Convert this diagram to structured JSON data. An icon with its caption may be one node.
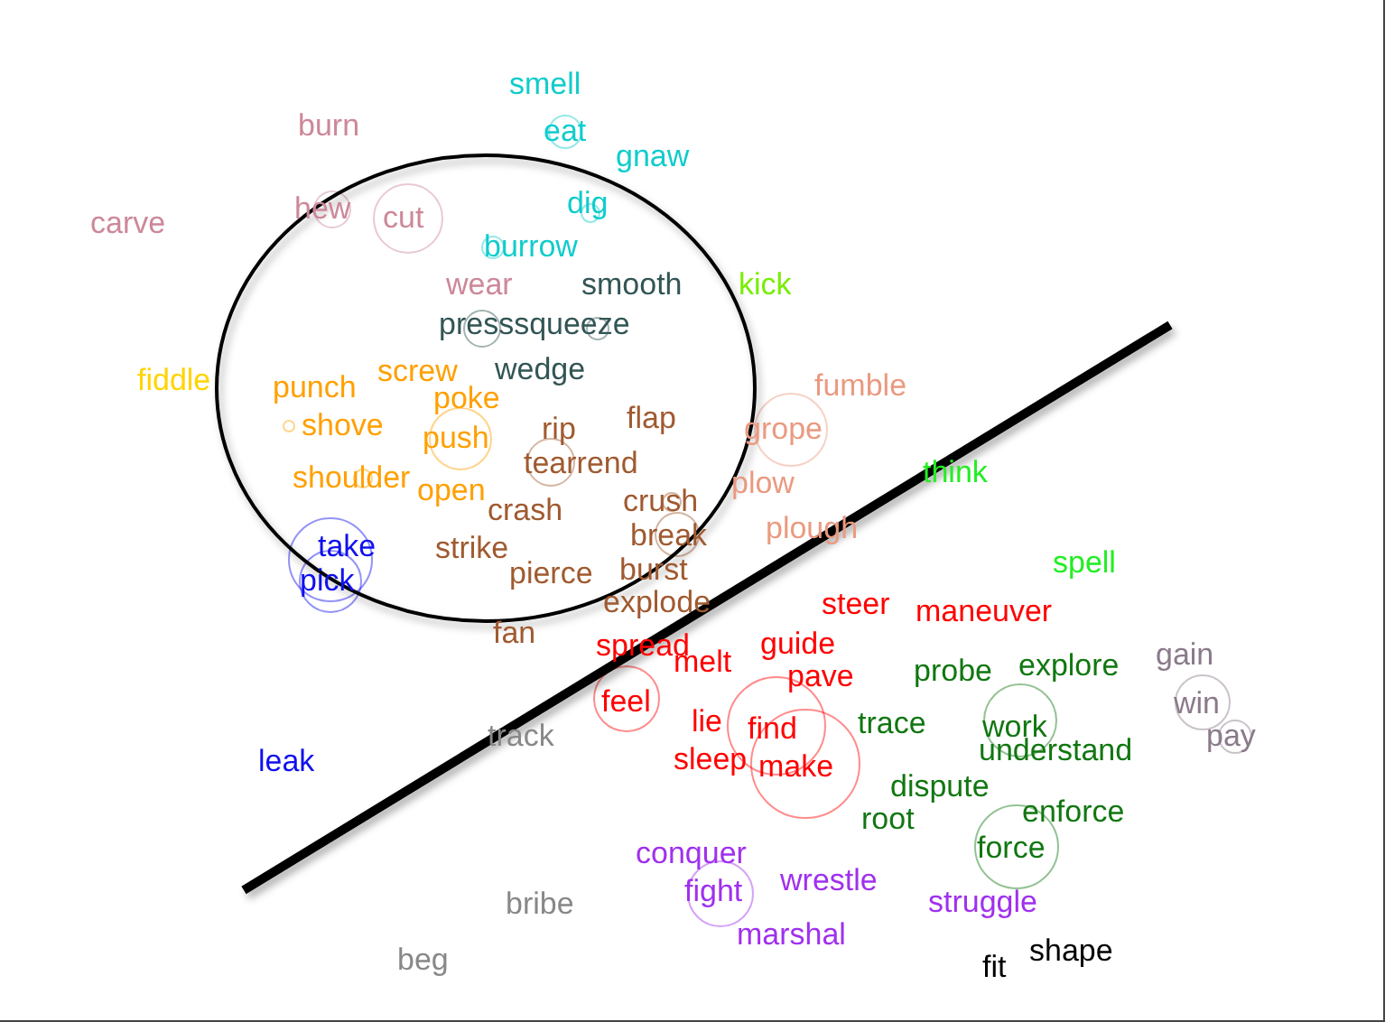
{
  "diagram": {
    "labels": [
      "smell",
      "burn",
      "eat",
      "gnaw",
      "carve",
      "hew",
      "cut",
      "dig",
      "burrow",
      "wear",
      "smooth",
      "kick",
      "presssqueeze",
      "fiddle",
      "screw",
      "wedge",
      "punch",
      "fumble",
      "poke",
      "shove",
      "flap",
      "rip",
      "push",
      "grope",
      "tearrend",
      "think",
      "shoulder",
      "open",
      "plow",
      "crush",
      "crash",
      "plough",
      "break",
      "take",
      "strike",
      "spell",
      "burst",
      "pierce",
      "pick",
      "explode",
      "steer",
      "maneuver",
      "fan",
      "spread",
      "guide",
      "gain",
      "melt",
      "explore",
      "probe",
      "pave",
      "feel",
      "win",
      "lie",
      "find",
      "trace",
      "work",
      "track",
      "pay",
      "understand",
      "leak",
      "sleep",
      "make",
      "dispute",
      "enforce",
      "root",
      "force",
      "conquer",
      "wrestle",
      "fight",
      "bribe",
      "struggle",
      "marshal",
      "shape",
      "fit",
      "beg"
    ]
  }
}
